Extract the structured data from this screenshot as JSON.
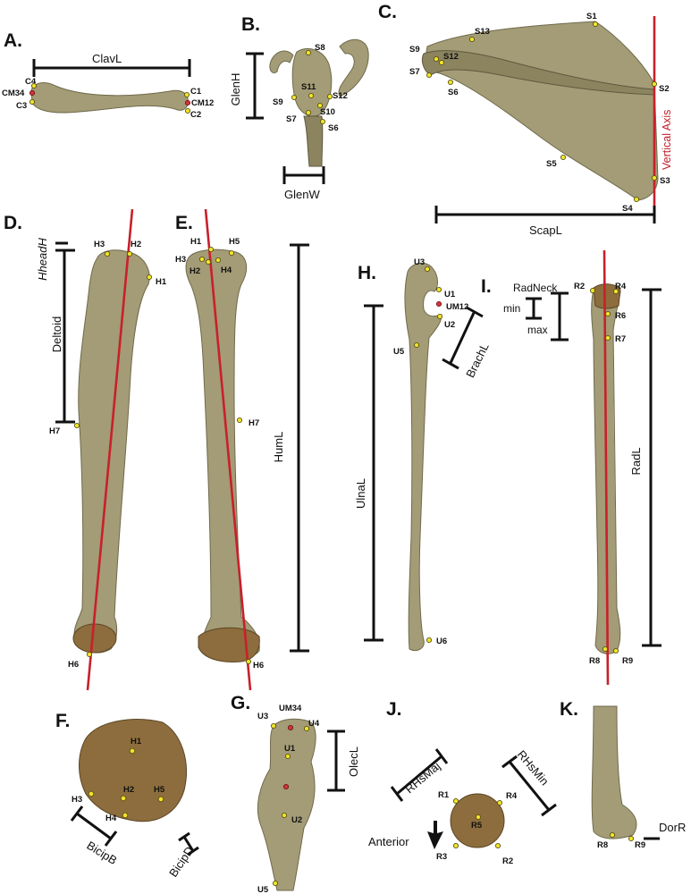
{
  "panels": {
    "A": "A.",
    "B": "B.",
    "C": "C.",
    "D": "D.",
    "E": "E.",
    "F": "F.",
    "G": "G.",
    "H": "H.",
    "I": "I.",
    "J": "J.",
    "K": "K."
  },
  "measurements": {
    "clavL": "ClavL",
    "glenH": "GlenH",
    "glenW": "GlenW",
    "scapL": "ScapL",
    "verticalAxis": "Vertical Axis",
    "hheadH": "HheadH",
    "deltoid": "Deltoid",
    "humL": "HumL",
    "ulnaL": "UlnaL",
    "brachL": "BrachL",
    "radNeck": "RadNeck",
    "min": "min",
    "max": "max",
    "radL": "RadL",
    "bicipB": "BicipB",
    "bicipD": "BicipD",
    "olecL": "OlecL",
    "rhsMaj": "RHsMaj",
    "rhsMin": "RHsMin",
    "anterior": "Anterior",
    "dorR": "DorR"
  },
  "landmarks": {
    "A": {
      "c4": "C4",
      "cm34": "CM34",
      "c3": "C3",
      "c1": "C1",
      "cm12": "CM12",
      "c2": "C2"
    },
    "B": {
      "s8": "S8",
      "s11": "S11",
      "s9": "S9",
      "s12": "S12",
      "s7": "S7",
      "s10": "S10",
      "s6": "S6"
    },
    "C": {
      "s1": "S1",
      "s13": "S13",
      "s9": "S9",
      "s12": "S12",
      "s7": "S7",
      "s6": "S6",
      "s2": "S2",
      "s5": "S5",
      "s3": "S3",
      "s4": "S4"
    },
    "D": {
      "h3": "H3",
      "h2": "H2",
      "h1": "H1",
      "h7": "H7",
      "h6": "H6"
    },
    "E": {
      "h1": "H1",
      "h5": "H5",
      "h3": "H3",
      "h2": "H2",
      "h4": "H4",
      "h7": "H7",
      "h6": "H6"
    },
    "H": {
      "u3": "U3",
      "u1": "U1",
      "um12": "UM12",
      "u2": "U2",
      "u5": "U5",
      "u6": "U6"
    },
    "I": {
      "r2": "R2",
      "r4": "R4",
      "r6": "R6",
      "r7": "R7",
      "r8": "R8",
      "r9": "R9"
    },
    "F": {
      "h1": "H1",
      "h2": "H2",
      "h3": "H3",
      "h4": "H4",
      "h5": "H5"
    },
    "G": {
      "u3": "U3",
      "um34": "UM34",
      "u4": "U4",
      "u1": "U1",
      "u2": "U2",
      "u5": "U5"
    },
    "J": {
      "r1": "R1",
      "r4": "R4",
      "r5": "R5",
      "r3": "R3",
      "r2": "R2"
    },
    "K": {
      "r8": "R8",
      "r9": "R9"
    }
  },
  "colors": {
    "landmark": "#f2e42a",
    "landmarkRed": "#d4343c",
    "axis": "#c8202a",
    "bone": "#a39c76",
    "epiphysis": "#8d6d3d"
  }
}
